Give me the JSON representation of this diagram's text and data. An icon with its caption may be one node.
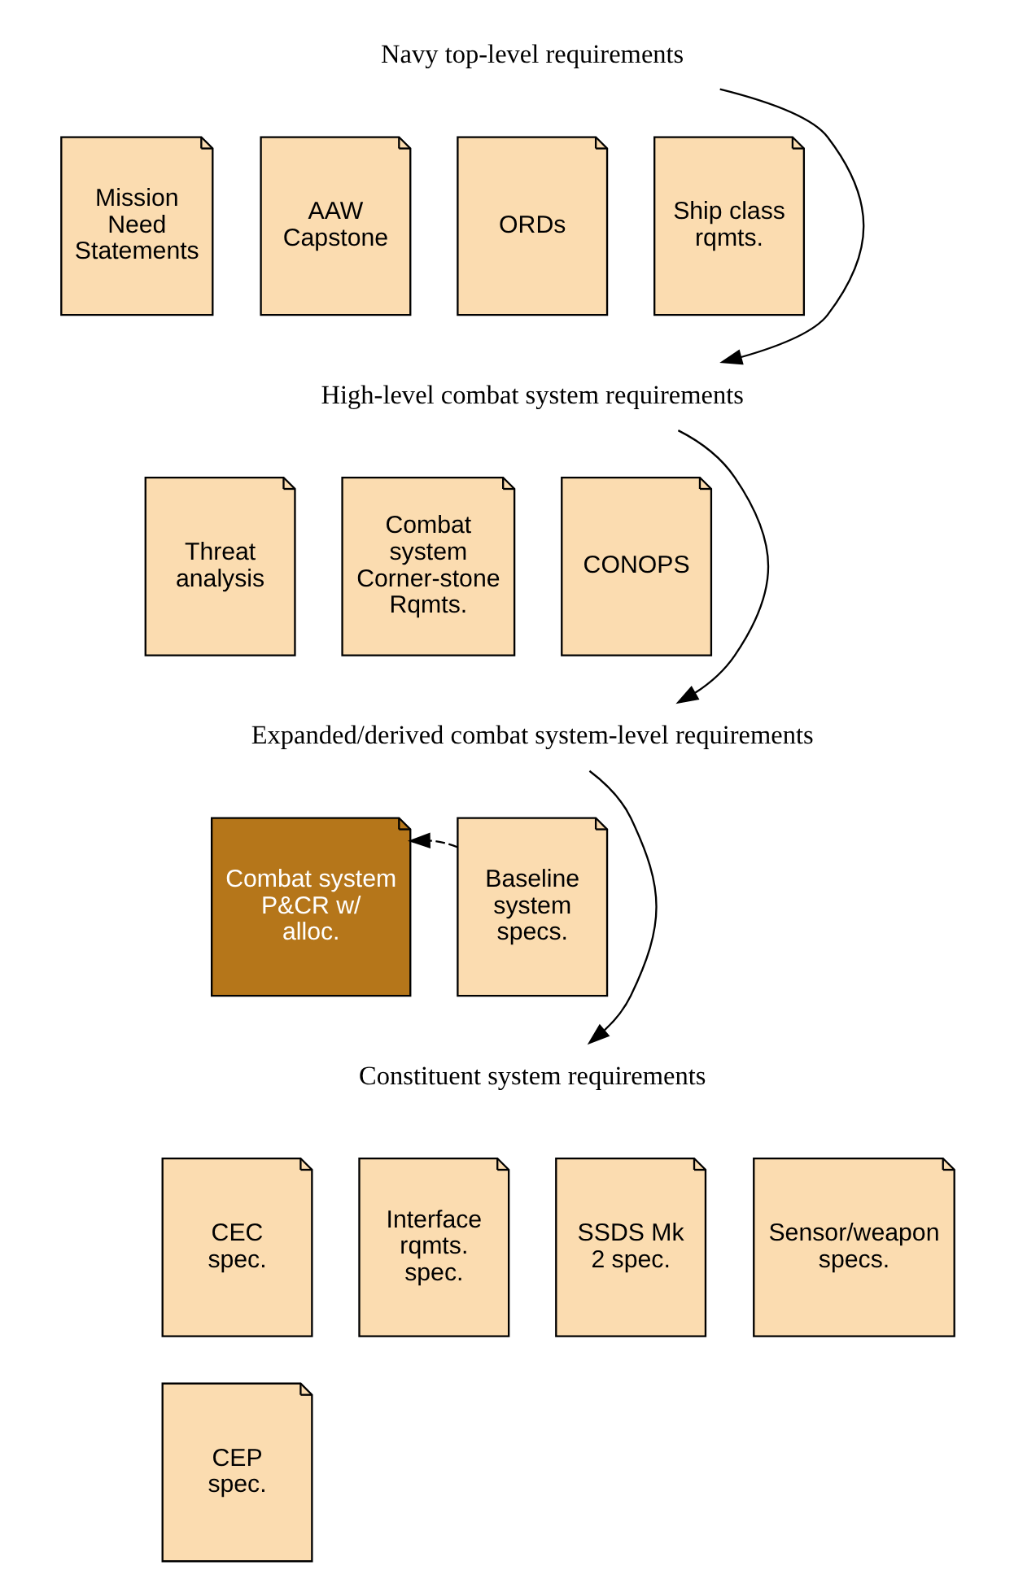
{
  "diagram": {
    "nodes": [
      {
        "text": [
          "Navy top-level requirements"
        ]
      },
      {
        "text": [
          "Mission Need Statements"
        ]
      },
      {
        "text": [
          "AAW Capstone"
        ]
      },
      {
        "text": [
          "ORDs"
        ]
      },
      {
        "text": [
          "Ship class rqmts."
        ]
      },
      {
        "text": [
          "High-level combat system requirements"
        ]
      },
      {
        "text": [
          "Threat analysis"
        ]
      },
      {
        "text": [
          "Combat system Corner-stone Rqmts."
        ]
      },
      {
        "text": [
          "CONOPS"
        ]
      },
      {
        "text": [
          "Expanded/derived combat system-level requirements"
        ]
      },
      {
        "text": [
          "Combat system P&CR w/ alloc."
        ]
      },
      {
        "text": [
          "Baseline system specs."
        ]
      },
      {
        "text": [
          "Constituent system requirements"
        ]
      },
      {
        "text": [
          "CEC spec."
        ]
      },
      {
        "text": [
          "CEP spec."
        ]
      },
      {
        "text": [
          "Interface rqmts. spec."
        ]
      },
      {
        "text": [
          "SSDS Mk 2 spec."
        ]
      },
      {
        "text": [
          "Sensor/weapon specs."
        ]
      }
    ],
    "edges": [
      {
        "from": 0,
        "to": 5,
        "arrow": "to"
      },
      {
        "from": 5,
        "to": 9,
        "arrow": "to"
      },
      {
        "from": 11,
        "to": 10,
        "arrow": "to",
        "style": "dashed"
      },
      {
        "from": 9,
        "to": 12,
        "arrow": "to"
      }
    ]
  }
}
